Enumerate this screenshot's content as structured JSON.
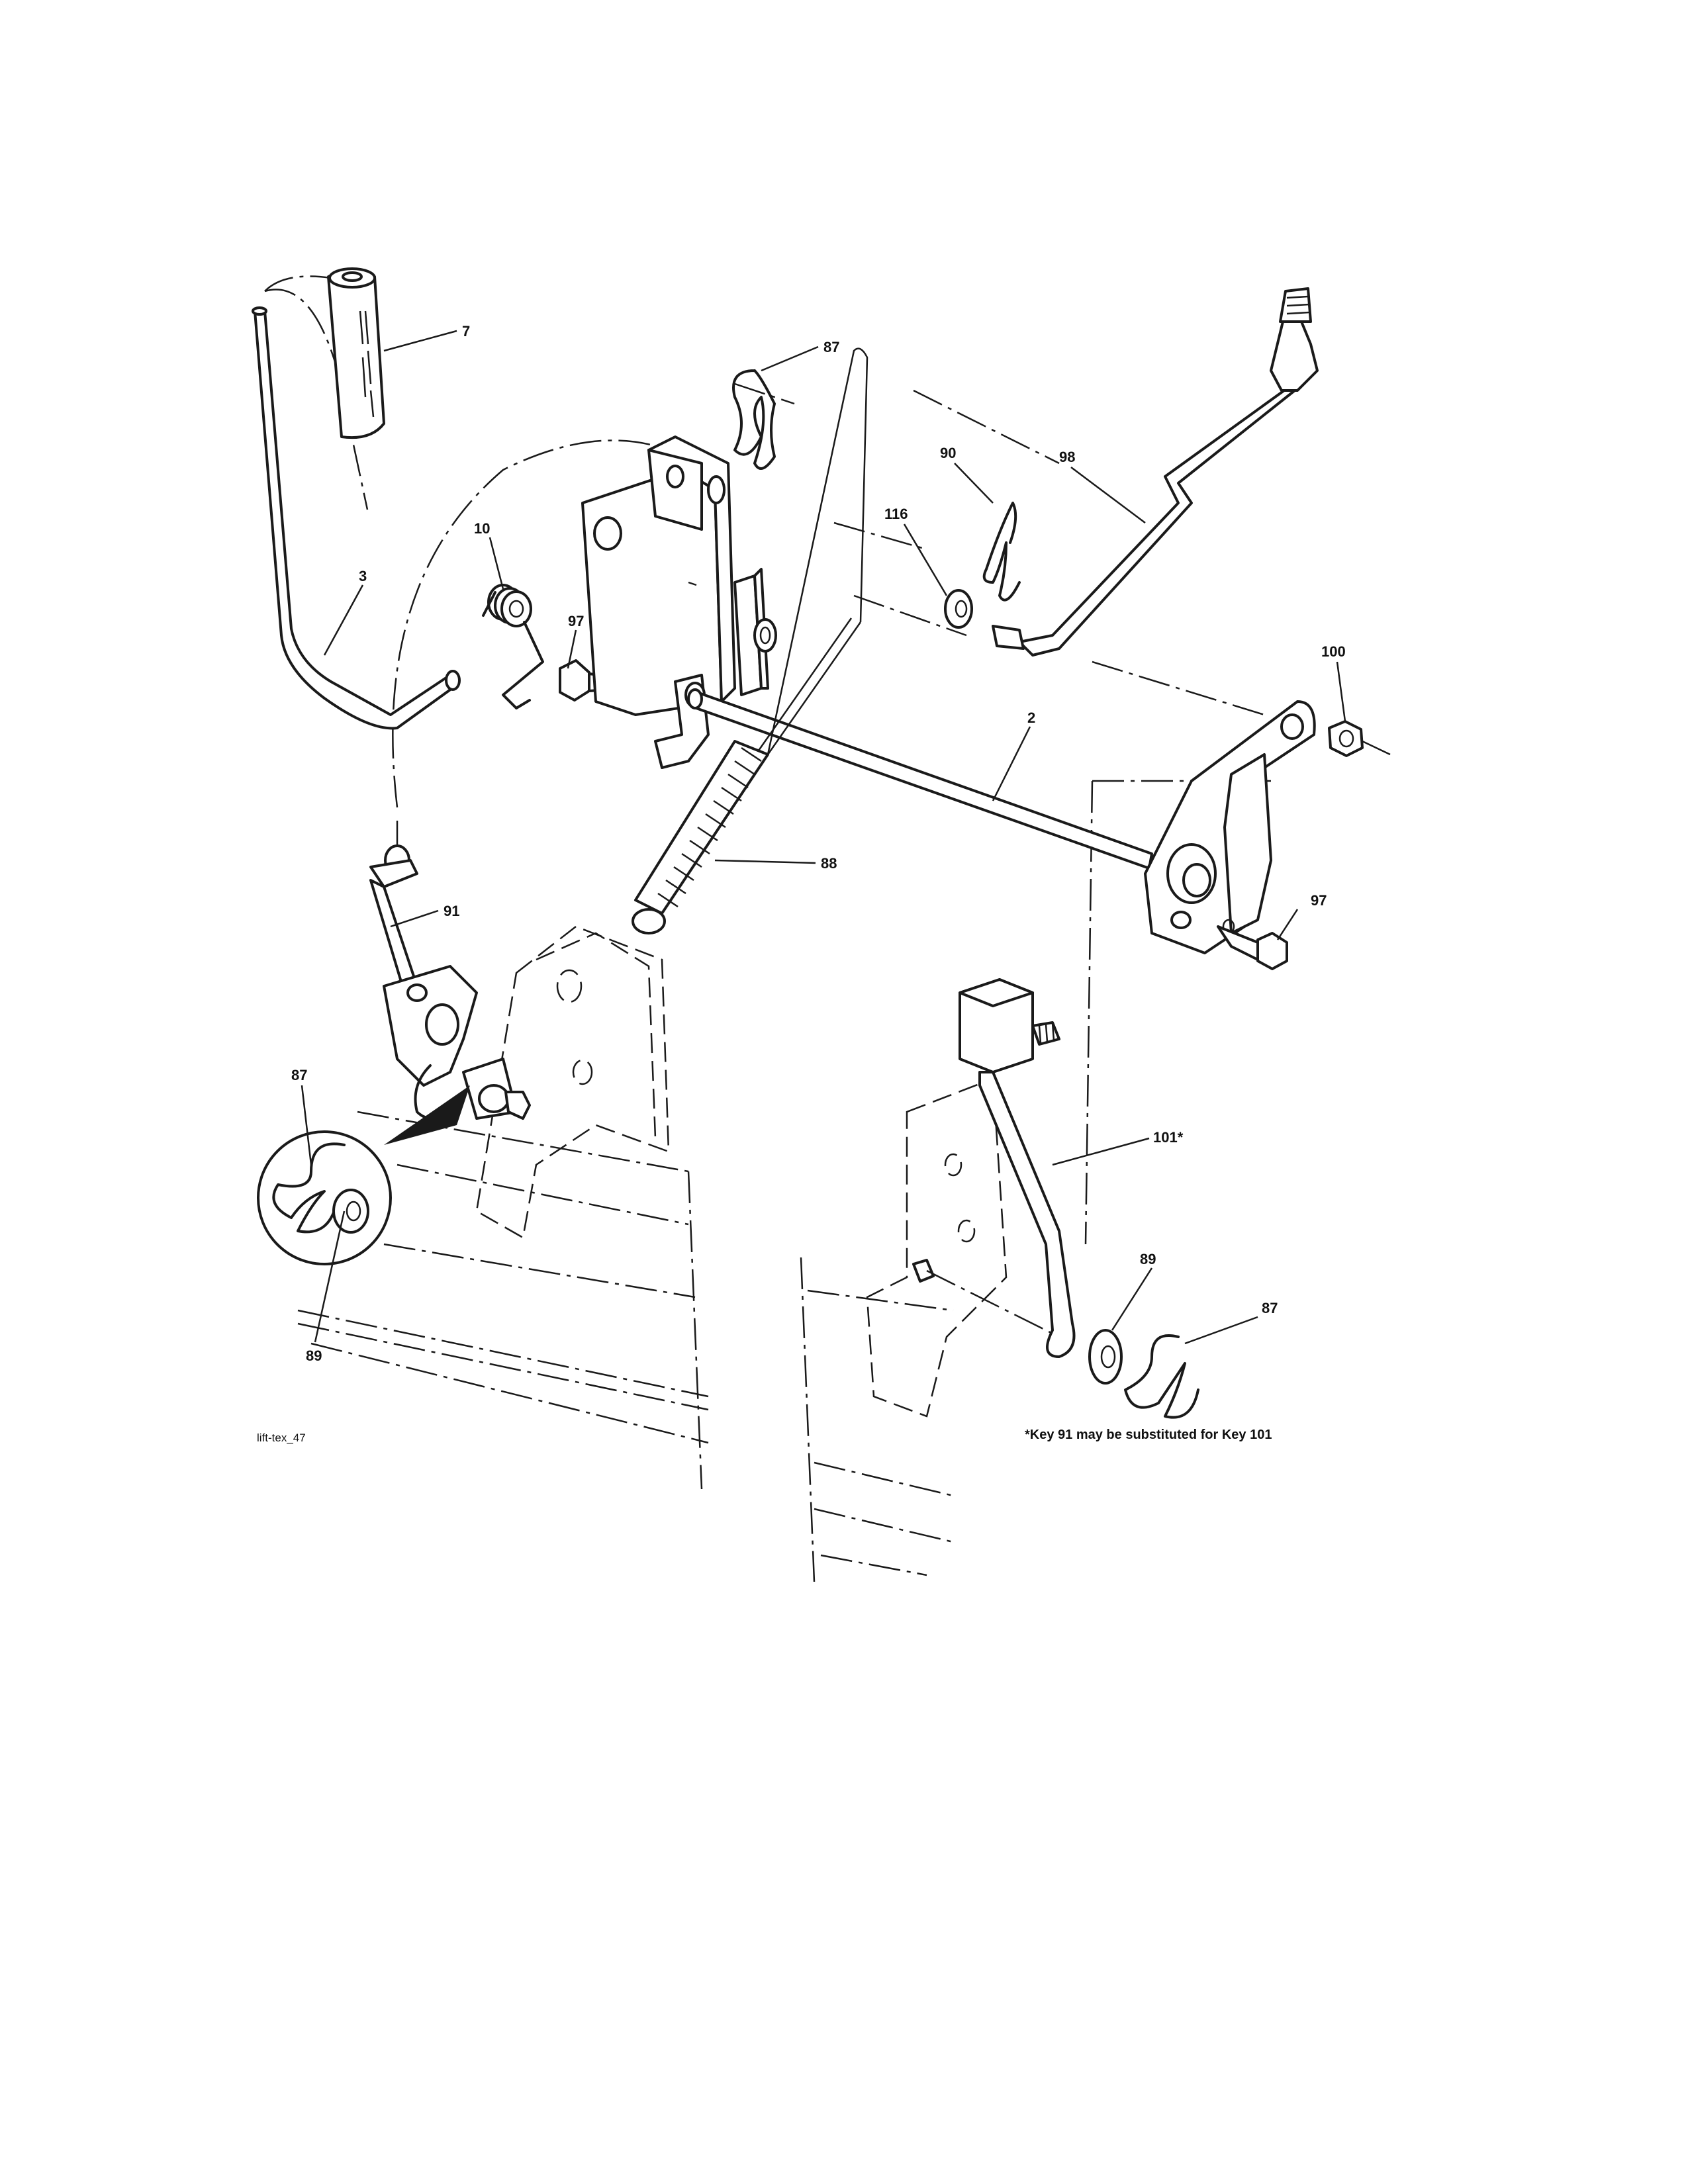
{
  "callouts": {
    "c7": "7",
    "c87_top": "87",
    "c90": "90",
    "c98": "98",
    "c116": "116",
    "c10": "10",
    "c3": "3",
    "c97_left": "97",
    "c100": "100",
    "c2": "2",
    "c88": "88",
    "c97_right": "97",
    "c91": "91",
    "c87_left": "87",
    "c89_left": "89",
    "c101": "101*",
    "c89_right": "89",
    "c87_right": "87"
  },
  "diagram_code": "lift-tex_47",
  "footnote": "*Key 91 may be substituted for Key 101"
}
